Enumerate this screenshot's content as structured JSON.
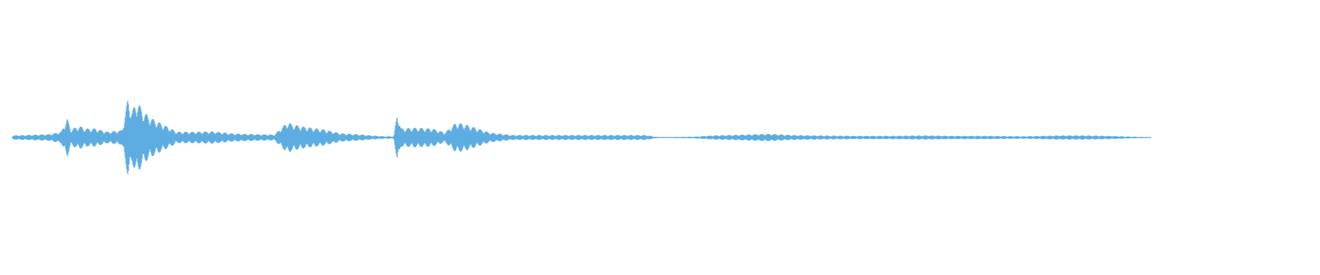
{
  "chart_data": {
    "type": "area",
    "title": "",
    "xlabel": "",
    "ylabel": "",
    "x_range": [
      0,
      1
    ],
    "ylim": [
      -1,
      1
    ],
    "grid": false,
    "legend": "none",
    "color": "#5DADE2",
    "envelope": [
      [
        0.0,
        0.05
      ],
      [
        0.01,
        0.06
      ],
      [
        0.02,
        0.07
      ],
      [
        0.03,
        0.08
      ],
      [
        0.04,
        0.14
      ],
      [
        0.045,
        0.48
      ],
      [
        0.048,
        0.2
      ],
      [
        0.055,
        0.28
      ],
      [
        0.06,
        0.22
      ],
      [
        0.068,
        0.22
      ],
      [
        0.078,
        0.14
      ],
      [
        0.09,
        0.18
      ],
      [
        0.095,
        0.98
      ],
      [
        0.098,
        0.62
      ],
      [
        0.102,
        0.9
      ],
      [
        0.108,
        0.62
      ],
      [
        0.115,
        0.46
      ],
      [
        0.125,
        0.3
      ],
      [
        0.135,
        0.14
      ],
      [
        0.15,
        0.14
      ],
      [
        0.165,
        0.15
      ],
      [
        0.18,
        0.1
      ],
      [
        0.2,
        0.08
      ],
      [
        0.215,
        0.07
      ],
      [
        0.226,
        0.38
      ],
      [
        0.23,
        0.32
      ],
      [
        0.24,
        0.26
      ],
      [
        0.255,
        0.2
      ],
      [
        0.27,
        0.1
      ],
      [
        0.283,
        0.08
      ],
      [
        0.295,
        0.05
      ],
      [
        0.305,
        0.03
      ],
      [
        0.313,
        0.03
      ],
      [
        0.316,
        0.62
      ],
      [
        0.319,
        0.22
      ],
      [
        0.33,
        0.24
      ],
      [
        0.345,
        0.22
      ],
      [
        0.355,
        0.12
      ],
      [
        0.364,
        0.36
      ],
      [
        0.37,
        0.34
      ],
      [
        0.38,
        0.24
      ],
      [
        0.392,
        0.12
      ],
      [
        0.41,
        0.06
      ],
      [
        0.44,
        0.06
      ],
      [
        0.47,
        0.06
      ],
      [
        0.5,
        0.06
      ],
      [
        0.52,
        0.06
      ],
      [
        0.53,
        0.01
      ],
      [
        0.56,
        0.02
      ],
      [
        0.575,
        0.05
      ],
      [
        0.6,
        0.07
      ],
      [
        0.62,
        0.09
      ],
      [
        0.64,
        0.06
      ],
      [
        0.66,
        0.05
      ],
      [
        0.69,
        0.04
      ],
      [
        0.72,
        0.04
      ],
      [
        0.75,
        0.05
      ],
      [
        0.77,
        0.04
      ],
      [
        0.8,
        0.04
      ],
      [
        0.83,
        0.03
      ],
      [
        0.86,
        0.05
      ],
      [
        0.88,
        0.05
      ],
      [
        0.9,
        0.04
      ],
      [
        0.92,
        0.02
      ],
      [
        0.935,
        0.01
      ]
    ]
  }
}
